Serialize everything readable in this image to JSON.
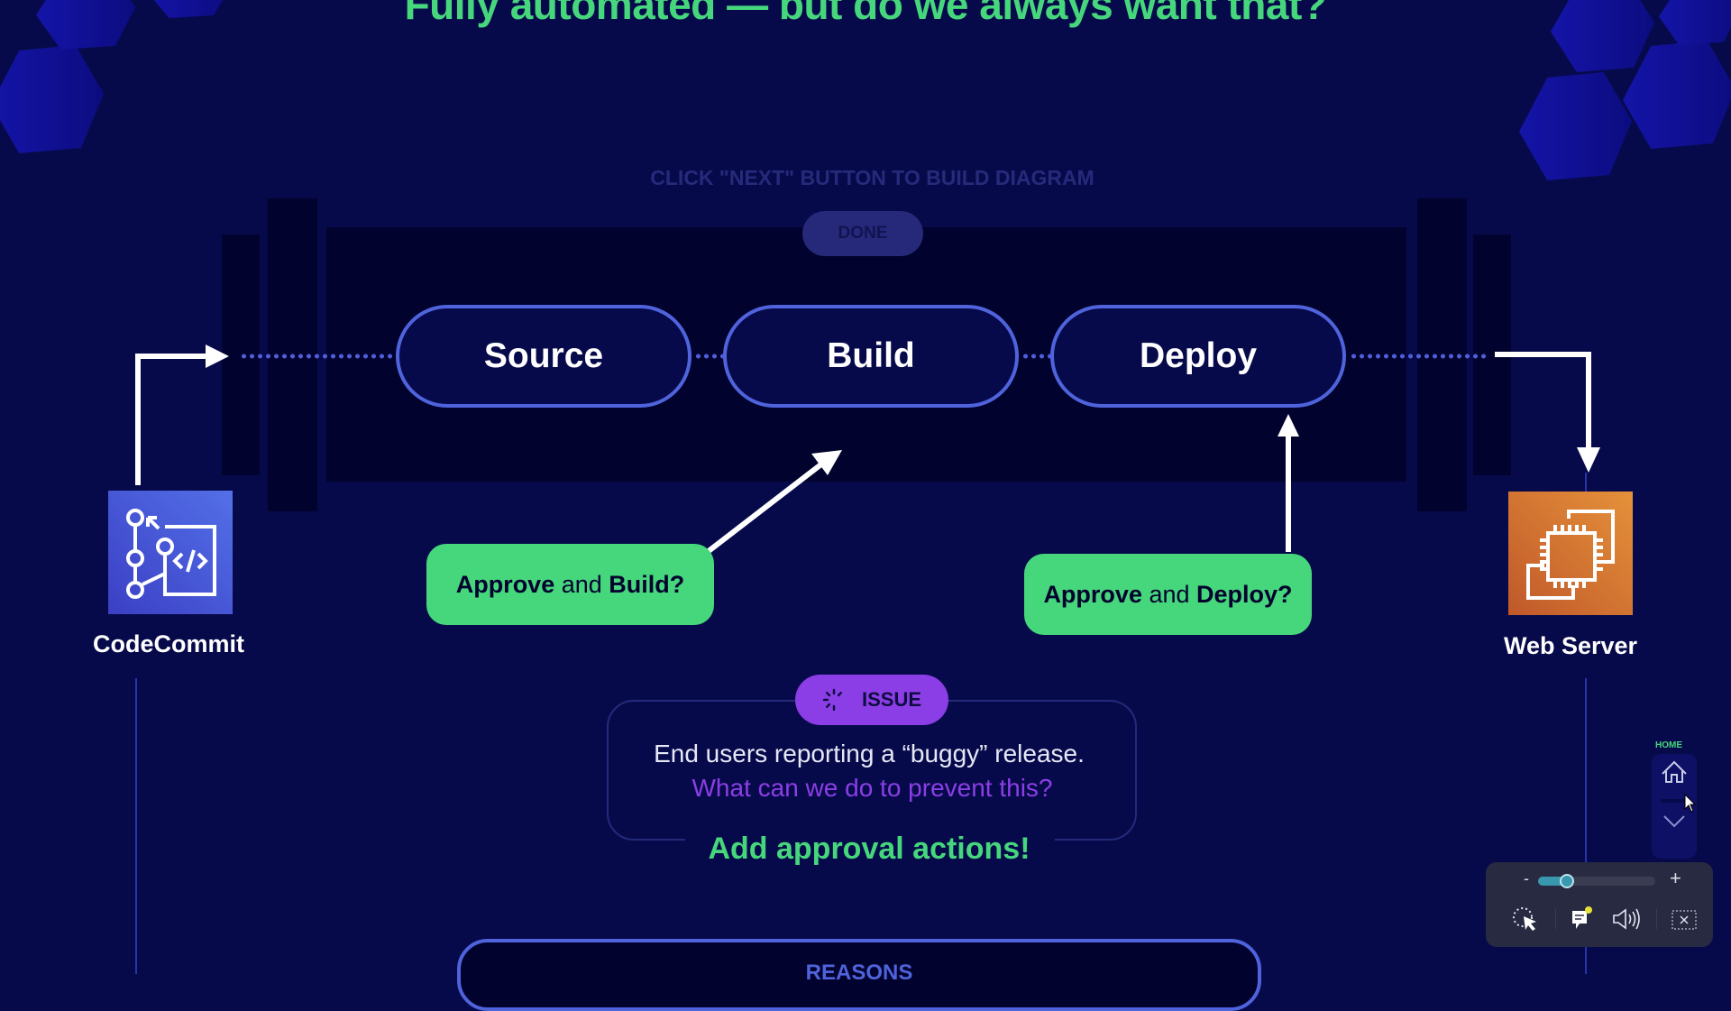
{
  "slide": {
    "title": "Fully automated — but do we always want that?",
    "hint": "CLICK \"NEXT\" BUTTON TO BUILD DIAGRAM",
    "done_label": "DONE"
  },
  "pipeline": {
    "stages": [
      {
        "label": "Source"
      },
      {
        "label": "Build"
      },
      {
        "label": "Deploy"
      }
    ],
    "source_service": {
      "label": "CodeCommit",
      "icon": "codecommit-icon",
      "color": "#4d5fe0"
    },
    "target_service": {
      "label": "Web Server",
      "icon": "ec2-icon",
      "color": "#d9742a"
    }
  },
  "approvals": [
    {
      "bold1": "Approve",
      "mid": " and ",
      "bold2": "Build?"
    },
    {
      "bold1": "Approve",
      "mid": " and ",
      "bold2": "Deploy?"
    }
  ],
  "issue": {
    "badge": "ISSUE",
    "line1": "End users reporting a “buggy” release.",
    "line2": "What can we do to prevent this?",
    "solution": "Add approval actions!"
  },
  "reasons": {
    "heading": "REASONS"
  },
  "nav": {
    "home_label": "HOME"
  },
  "player": {
    "zoom_minus": "-",
    "zoom_plus": "+",
    "zoom_level": 0.2
  },
  "colors": {
    "background": "#070a4a",
    "accent_green": "#46d67c",
    "accent_purple": "#8b3ee6",
    "stage_border": "#4f63dc"
  }
}
